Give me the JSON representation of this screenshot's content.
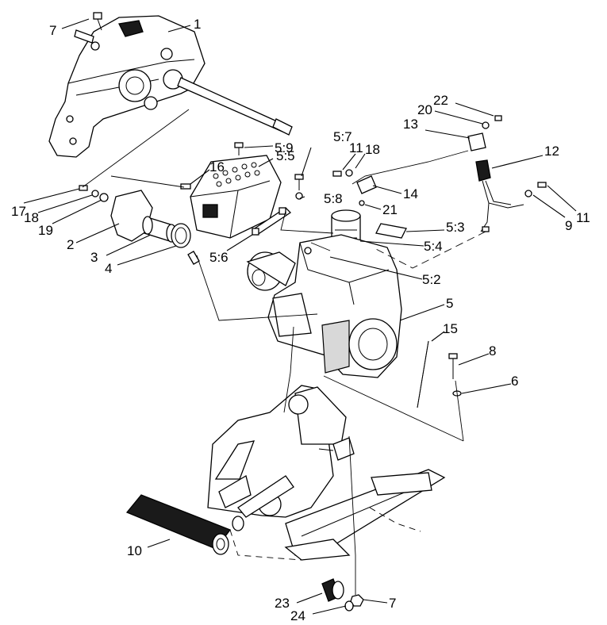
{
  "diagram": {
    "callouts": [
      {
        "id": "c1",
        "text": "1"
      },
      {
        "id": "c7a",
        "text": "7"
      },
      {
        "id": "c22",
        "text": "22"
      },
      {
        "id": "c20",
        "text": "20"
      },
      {
        "id": "c13",
        "text": "13"
      },
      {
        "id": "c5-7",
        "text": "5:7"
      },
      {
        "id": "c11a",
        "text": "11"
      },
      {
        "id": "c18a",
        "text": "18"
      },
      {
        "id": "c5-9",
        "text": "5:9"
      },
      {
        "id": "c5-5",
        "text": "5:5"
      },
      {
        "id": "c12",
        "text": "12"
      },
      {
        "id": "c16",
        "text": "16"
      },
      {
        "id": "c14",
        "text": "14"
      },
      {
        "id": "c5-8",
        "text": "5:8"
      },
      {
        "id": "c17",
        "text": "17"
      },
      {
        "id": "c18b",
        "text": "18"
      },
      {
        "id": "c19",
        "text": "19"
      },
      {
        "id": "c21",
        "text": "21"
      },
      {
        "id": "c11b",
        "text": "11"
      },
      {
        "id": "c9",
        "text": "9"
      },
      {
        "id": "c5-3",
        "text": "5:3"
      },
      {
        "id": "c2",
        "text": "2"
      },
      {
        "id": "c5-4",
        "text": "5:4"
      },
      {
        "id": "c3",
        "text": "3"
      },
      {
        "id": "c5-6",
        "text": "5:6"
      },
      {
        "id": "c4",
        "text": "4"
      },
      {
        "id": "c5-2",
        "text": "5:2"
      },
      {
        "id": "c5",
        "text": "5"
      },
      {
        "id": "c15",
        "text": "15"
      },
      {
        "id": "c8",
        "text": "8"
      },
      {
        "id": "c6",
        "text": "6"
      },
      {
        "id": "c10",
        "text": "10"
      },
      {
        "id": "c23",
        "text": "23"
      },
      {
        "id": "c7b",
        "text": "7"
      },
      {
        "id": "c24",
        "text": "24"
      }
    ]
  }
}
